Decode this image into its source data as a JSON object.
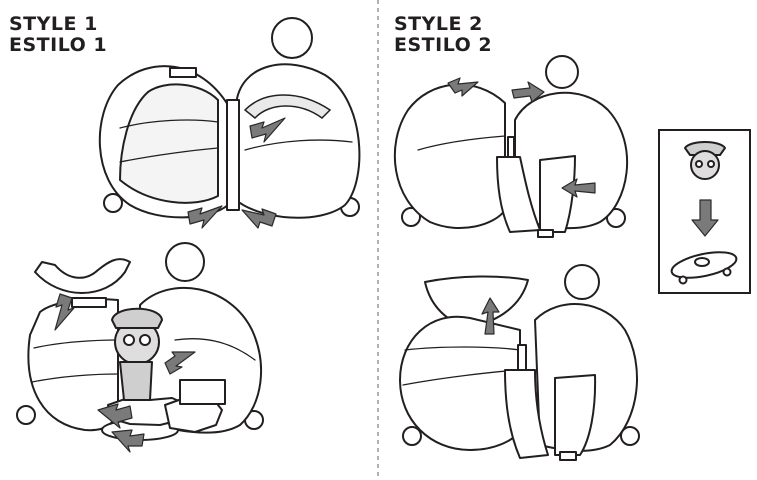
{
  "style1": {
    "title_en": "STYLE 1",
    "title_es": "ESTILO 1"
  },
  "style2": {
    "title_en": "STYLE 2",
    "title_es": "ESTILO 2"
  },
  "colors": {
    "ink": "#231f20",
    "arrow": "#7a7a7a",
    "divider": "#888888"
  }
}
